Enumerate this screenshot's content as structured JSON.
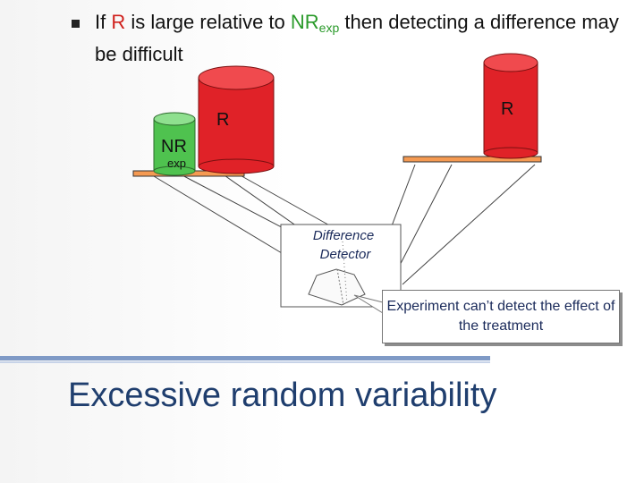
{
  "bullet": {
    "part1": "If ",
    "r": "R",
    "part2": " is large relative to ",
    "nr": "NR",
    "exp": "exp",
    "part3": " then detecting a difference may be difficult"
  },
  "diagram": {
    "left_r_label": "R",
    "right_r_label": "R",
    "nr_label": "NR",
    "nr_sub": "exp",
    "detector_line1": "Difference",
    "detector_line2": "Detector"
  },
  "callout": {
    "text": "Experiment can’t detect the effect of the treatment"
  },
  "footer": {
    "title": "Excessive random variability"
  },
  "colors": {
    "red": "#e02228",
    "green": "#4fc24f",
    "plate": "#f59a52",
    "title": "#1f3e6e"
  }
}
